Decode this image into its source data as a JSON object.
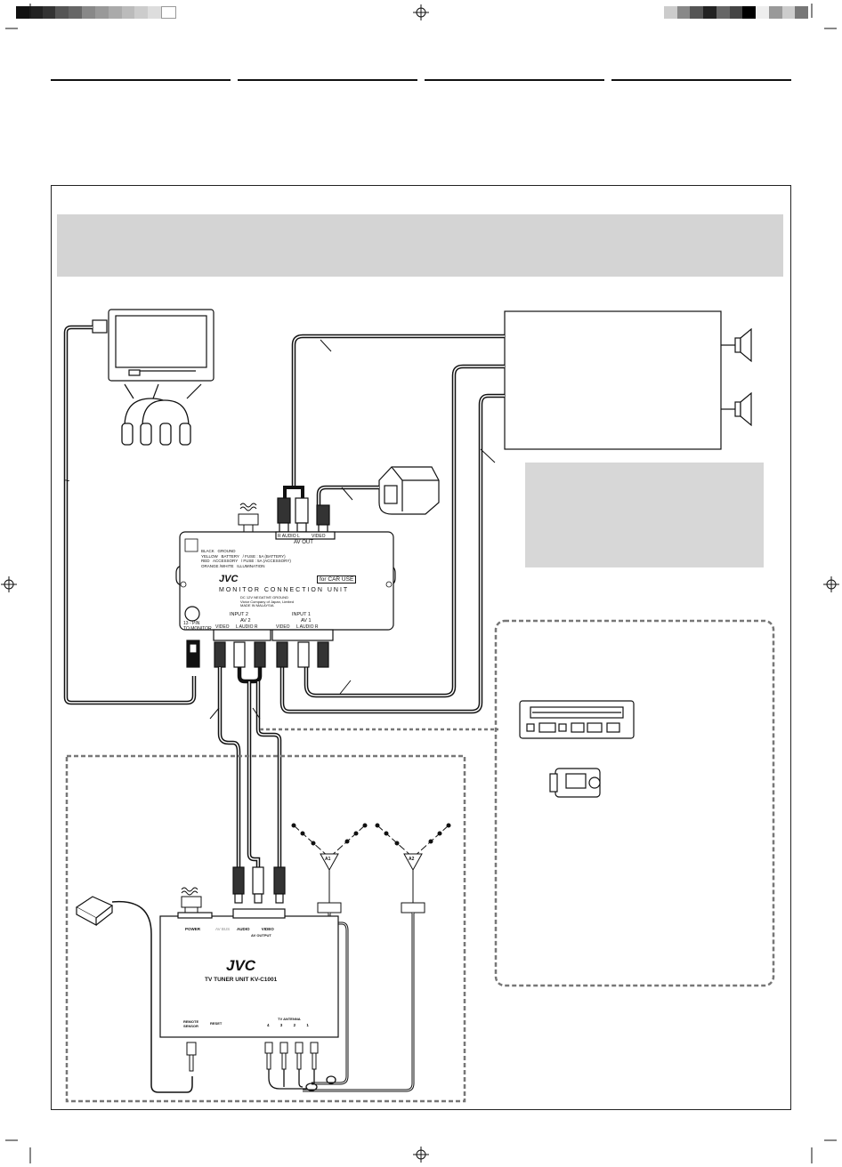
{
  "colors": {
    "stroke": "#111111",
    "panel_gray": "#d4d4d4",
    "note_gray": "#d7d7d7",
    "dash": "#777777"
  },
  "monitor_unit": {
    "brand": "JVC",
    "car_use": "for CAR USE",
    "title": "MONITOR CONNECTION UNIT",
    "wires": [
      "BLACK",
      "YELLOW",
      "RED",
      "ORANGE /WHITE"
    ],
    "wire_funcs": [
      "GROUND",
      "BATTERY",
      "ACCESSORY",
      "ILLUMINATION"
    ],
    "fuse_battery": "/ FUSE : 5A (BATTERY)",
    "fuse_accessory": "/ FUSE : 5A (ACCESSORY)",
    "spec": "DC 12V",
    "ground": "NEGATIVE GROUND",
    "maker": "Victor Company of Japan, Limited",
    "made_in": "MADE IN MALAYSIA",
    "av_out": "AV OUT",
    "av_out_r": "R",
    "av_out_audio": "AUDIO",
    "av_out_l": "L",
    "av_out_video": "VIDEO",
    "input2": "INPUT 2",
    "av2": "AV 2",
    "input1": "INPUT 1",
    "av1": "AV 1",
    "video": "VIDEO",
    "l_audio_r": "L AUDIO R",
    "pin": "13 - PIN",
    "to_monitor": "TO MONITOR"
  },
  "tuner_unit": {
    "brand": "JVC",
    "title": "TV TUNER UNIT KV-C1001",
    "power": "POWER",
    "av_bus": "AV BUS",
    "audio": "AUDIO",
    "video": "VIDEO",
    "av_output": "AV OUTPUT",
    "remote_sensor": "REMOTE SENSOR",
    "reset": "RESET",
    "tv_antenna": "TV ANTENNA",
    "antenna_nums": [
      "4",
      "3",
      "2",
      "1"
    ]
  },
  "antennas": [
    "A2",
    "A1"
  ],
  "icons": [
    "monitor-icon",
    "headphones-icon",
    "speaker-icon",
    "game-console-icon",
    "vcr-icon",
    "camcorder-icon",
    "gps-sensor-icon"
  ]
}
